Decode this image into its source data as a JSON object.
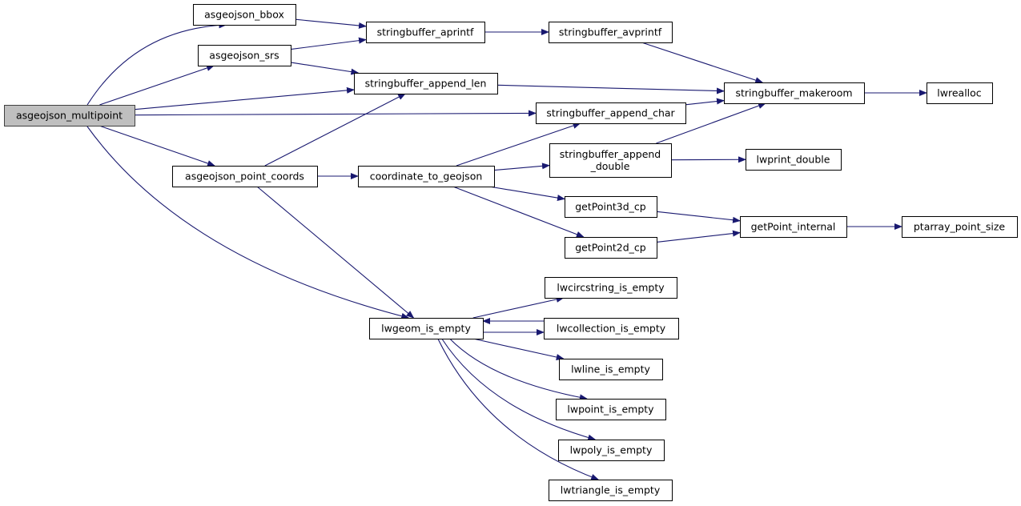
{
  "graph": {
    "edge_color": "#191970",
    "root_fill": "#bfbfbf",
    "nodes": [
      {
        "id": "multipoint",
        "label": [
          "asgeojson_multipoint"
        ],
        "root": true
      },
      {
        "id": "bbox",
        "label": [
          "asgeojson_bbox"
        ]
      },
      {
        "id": "srs",
        "label": [
          "asgeojson_srs"
        ]
      },
      {
        "id": "aprintf",
        "label": [
          "stringbuffer_aprintf"
        ]
      },
      {
        "id": "append_len",
        "label": [
          "stringbuffer_append_len"
        ]
      },
      {
        "id": "avprintf",
        "label": [
          "stringbuffer_avprintf"
        ]
      },
      {
        "id": "makeroom",
        "label": [
          "stringbuffer_makeroom"
        ]
      },
      {
        "id": "lwrealloc",
        "label": [
          "lwrealloc"
        ]
      },
      {
        "id": "append_char",
        "label": [
          "stringbuffer_append_char"
        ]
      },
      {
        "id": "append_double",
        "label": [
          "stringbuffer_append",
          "_double"
        ]
      },
      {
        "id": "lwprint_double",
        "label": [
          "lwprint_double"
        ]
      },
      {
        "id": "point_coords",
        "label": [
          "asgeojson_point_coords"
        ]
      },
      {
        "id": "coord_to_geojson",
        "label": [
          "coordinate_to_geojson"
        ]
      },
      {
        "id": "getPoint3d",
        "label": [
          "getPoint3d_cp"
        ]
      },
      {
        "id": "getPoint2d",
        "label": [
          "getPoint2d_cp"
        ]
      },
      {
        "id": "getPoint_internal",
        "label": [
          "getPoint_internal"
        ]
      },
      {
        "id": "ptarray_point_size",
        "label": [
          "ptarray_point_size"
        ]
      },
      {
        "id": "circstring",
        "label": [
          "lwcircstring_is_empty"
        ]
      },
      {
        "id": "lwgeom_is_empty",
        "label": [
          "lwgeom_is_empty"
        ]
      },
      {
        "id": "collection",
        "label": [
          "lwcollection_is_empty"
        ]
      },
      {
        "id": "line",
        "label": [
          "lwline_is_empty"
        ]
      },
      {
        "id": "point",
        "label": [
          "lwpoint_is_empty"
        ]
      },
      {
        "id": "poly",
        "label": [
          "lwpoly_is_empty"
        ]
      },
      {
        "id": "triangle",
        "label": [
          "lwtriangle_is_empty"
        ]
      }
    ],
    "edges": [
      [
        "multipoint",
        "bbox"
      ],
      [
        "multipoint",
        "srs"
      ],
      [
        "multipoint",
        "append_len"
      ],
      [
        "multipoint",
        "append_char"
      ],
      [
        "multipoint",
        "point_coords"
      ],
      [
        "multipoint",
        "lwgeom_is_empty"
      ],
      [
        "bbox",
        "aprintf"
      ],
      [
        "srs",
        "aprintf"
      ],
      [
        "srs",
        "append_len"
      ],
      [
        "aprintf",
        "avprintf"
      ],
      [
        "avprintf",
        "makeroom"
      ],
      [
        "append_len",
        "makeroom"
      ],
      [
        "append_char",
        "makeroom"
      ],
      [
        "append_double",
        "makeroom"
      ],
      [
        "append_double",
        "lwprint_double"
      ],
      [
        "makeroom",
        "lwrealloc"
      ],
      [
        "point_coords",
        "append_len"
      ],
      [
        "point_coords",
        "coord_to_geojson"
      ],
      [
        "point_coords",
        "lwgeom_is_empty"
      ],
      [
        "coord_to_geojson",
        "append_char"
      ],
      [
        "coord_to_geojson",
        "append_double"
      ],
      [
        "coord_to_geojson",
        "getPoint3d"
      ],
      [
        "coord_to_geojson",
        "getPoint2d"
      ],
      [
        "getPoint3d",
        "getPoint_internal"
      ],
      [
        "getPoint2d",
        "getPoint_internal"
      ],
      [
        "getPoint_internal",
        "ptarray_point_size"
      ],
      [
        "lwgeom_is_empty",
        "circstring"
      ],
      [
        "lwgeom_is_empty",
        "collection"
      ],
      [
        "lwgeom_is_empty",
        "line"
      ],
      [
        "lwgeom_is_empty",
        "point"
      ],
      [
        "lwgeom_is_empty",
        "poly"
      ],
      [
        "lwgeom_is_empty",
        "triangle"
      ],
      [
        "collection",
        "lwgeom_is_empty"
      ]
    ]
  }
}
